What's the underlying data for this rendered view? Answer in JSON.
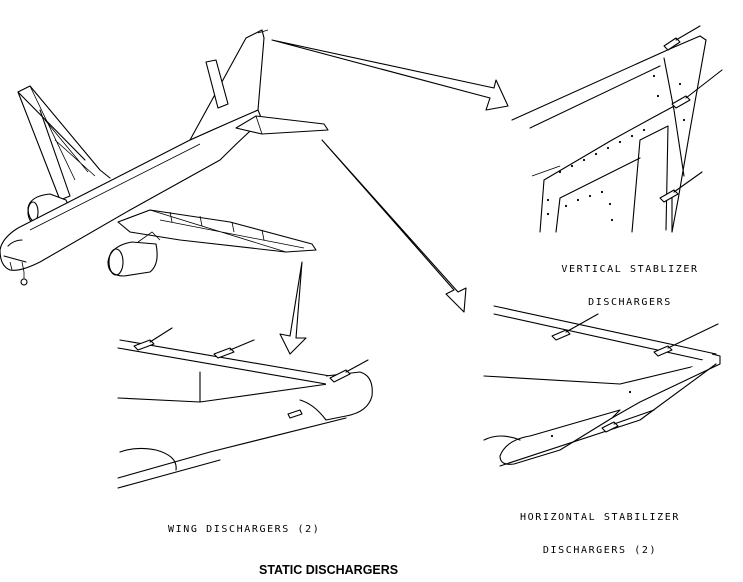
{
  "labels": {
    "vertical_line1": "VERTICAL STABLIZER",
    "vertical_line2": "DISCHARGERS",
    "wing": "WING DISCHARGERS (2)",
    "horizontal_line1": "HORIZONTAL STABILIZER",
    "horizontal_line2": "DISCHARGERS (2)"
  },
  "title": "STATIC DISCHARGERS"
}
